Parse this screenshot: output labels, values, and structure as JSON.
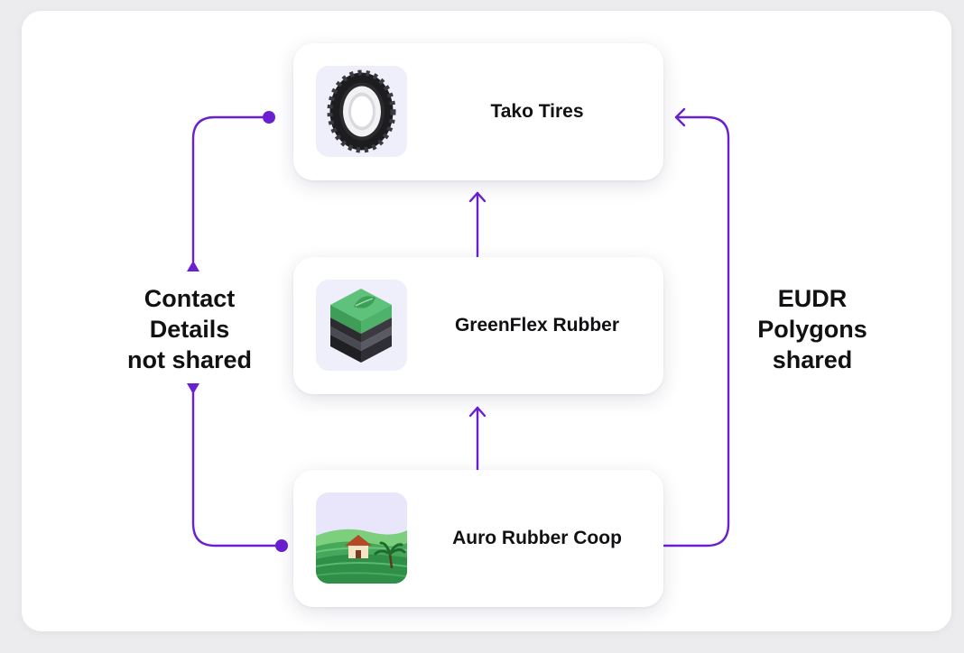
{
  "diagram": {
    "nodes": [
      {
        "id": "tako",
        "label": "Tako Tires",
        "icon": "tire-icon"
      },
      {
        "id": "greenflex",
        "label": "GreenFlex Rubber",
        "icon": "soil-cube-leaf-icon"
      },
      {
        "id": "auro",
        "label": "Auro Rubber Coop",
        "icon": "farm-landscape-icon"
      }
    ],
    "edges": [
      {
        "from": "auro",
        "to": "greenflex",
        "style": "arrow"
      },
      {
        "from": "greenflex",
        "to": "tako",
        "style": "arrow"
      },
      {
        "from": "auro",
        "to": "tako",
        "route": "right",
        "style": "arrow"
      },
      {
        "from": "auro",
        "to": "tako",
        "route": "left",
        "style": "dot-ends"
      }
    ],
    "left_label": [
      "Contact",
      "Details",
      "not shared"
    ],
    "right_label": [
      "EUDR",
      "Polygons",
      "shared"
    ]
  },
  "colors": {
    "connector": "#6a1fd1",
    "background": "#ececee",
    "panel": "#ffffff",
    "text": "#111114"
  }
}
